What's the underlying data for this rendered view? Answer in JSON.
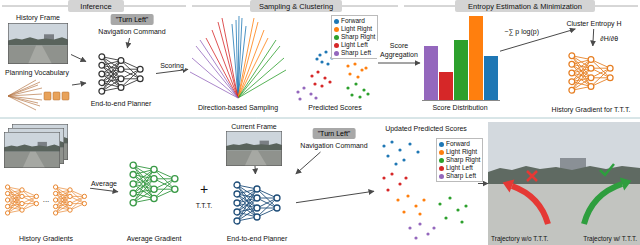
{
  "diagram": {
    "nodes": [
      {
        "text": [
          "Inference"
        ]
      },
      {
        "text": [
          "Sampling & Clustering"
        ]
      },
      {
        "text": [
          "Entropy Estimation & Minimization"
        ]
      },
      {
        "text": [
          "History Frame"
        ]
      },
      {
        "text": [
          "\"Turn Left\"",
          "Navigation Command"
        ]
      },
      {
        "text": [
          "End-to-end Planner"
        ]
      },
      {
        "text": [
          "Planning Vocabulary"
        ]
      },
      {
        "text": [
          "Direction-based Sampling"
        ]
      },
      {
        "text": [
          "Predicted Scores"
        ]
      },
      {
        "text": [
          "Score Distribution"
        ]
      },
      {
        "text": [
          "Cluster Entropy H"
        ]
      },
      {
        "text": [
          "History Gradient for T.T.T."
        ]
      },
      {
        "text": [
          "History Gradients"
        ]
      },
      {
        "text": [
          "Average Gradient"
        ]
      },
      {
        "text": [
          "Current Frame"
        ]
      },
      {
        "text": [
          "\"Turn Left\"",
          "Navigation Command"
        ]
      },
      {
        "text": [
          "End-to-end Planner"
        ]
      },
      {
        "text": [
          "Updated Predicted Scores"
        ]
      },
      {
        "text": [
          "Trajectory w/o T.T.T.",
          "Trajectory w/ T.T.T."
        ]
      }
    ],
    "edges": [
      {
        "from": 3,
        "to": 5,
        "arrow": "to"
      },
      {
        "from": 4,
        "to": 5,
        "arrow": "to"
      },
      {
        "from": 6,
        "to": 5,
        "arrow": "to"
      },
      {
        "from": 5,
        "to": 7,
        "label": "Scoring",
        "arrow": "to"
      },
      {
        "from": 8,
        "to": 9,
        "label": "Score Aggregation",
        "arrow": "to"
      },
      {
        "from": 9,
        "to": 10,
        "label": "−∑ p log(p)",
        "arrow": "to"
      },
      {
        "from": 10,
        "to": 11,
        "label": "∂H/∂θ",
        "arrow": "to"
      },
      {
        "from": 12,
        "to": 13,
        "label": "Average",
        "arrow": "to"
      },
      {
        "from": 14,
        "to": 16,
        "arrow": "to"
      },
      {
        "from": 15,
        "to": 16,
        "arrow": "to"
      },
      {
        "from": 16,
        "to": 17,
        "arrow": "to"
      },
      {
        "from": 17,
        "to": 18,
        "arrow": "to"
      }
    ],
    "labels": [
      "...",
      "+",
      "T.T.T."
    ],
    "legend": [
      {
        "text": "Forward",
        "color": "#1f77b4"
      },
      {
        "text": "Light Right",
        "color": "#ff7f0e"
      },
      {
        "text": "Sharp Right",
        "color": "#2ca02c"
      },
      {
        "text": "Light Left",
        "color": "#d62728"
      },
      {
        "text": "Sharp Left",
        "color": "#9467bd"
      },
      {
        "text": "Forward",
        "color": "#1f77b4"
      },
      {
        "text": "Light Right",
        "color": "#ff7f0e"
      },
      {
        "text": "Sharp Right",
        "color": "#2ca02c"
      },
      {
        "text": "Light Left",
        "color": "#d62728"
      },
      {
        "text": "Sharp Left",
        "color": "#9467bd"
      }
    ]
  }
}
